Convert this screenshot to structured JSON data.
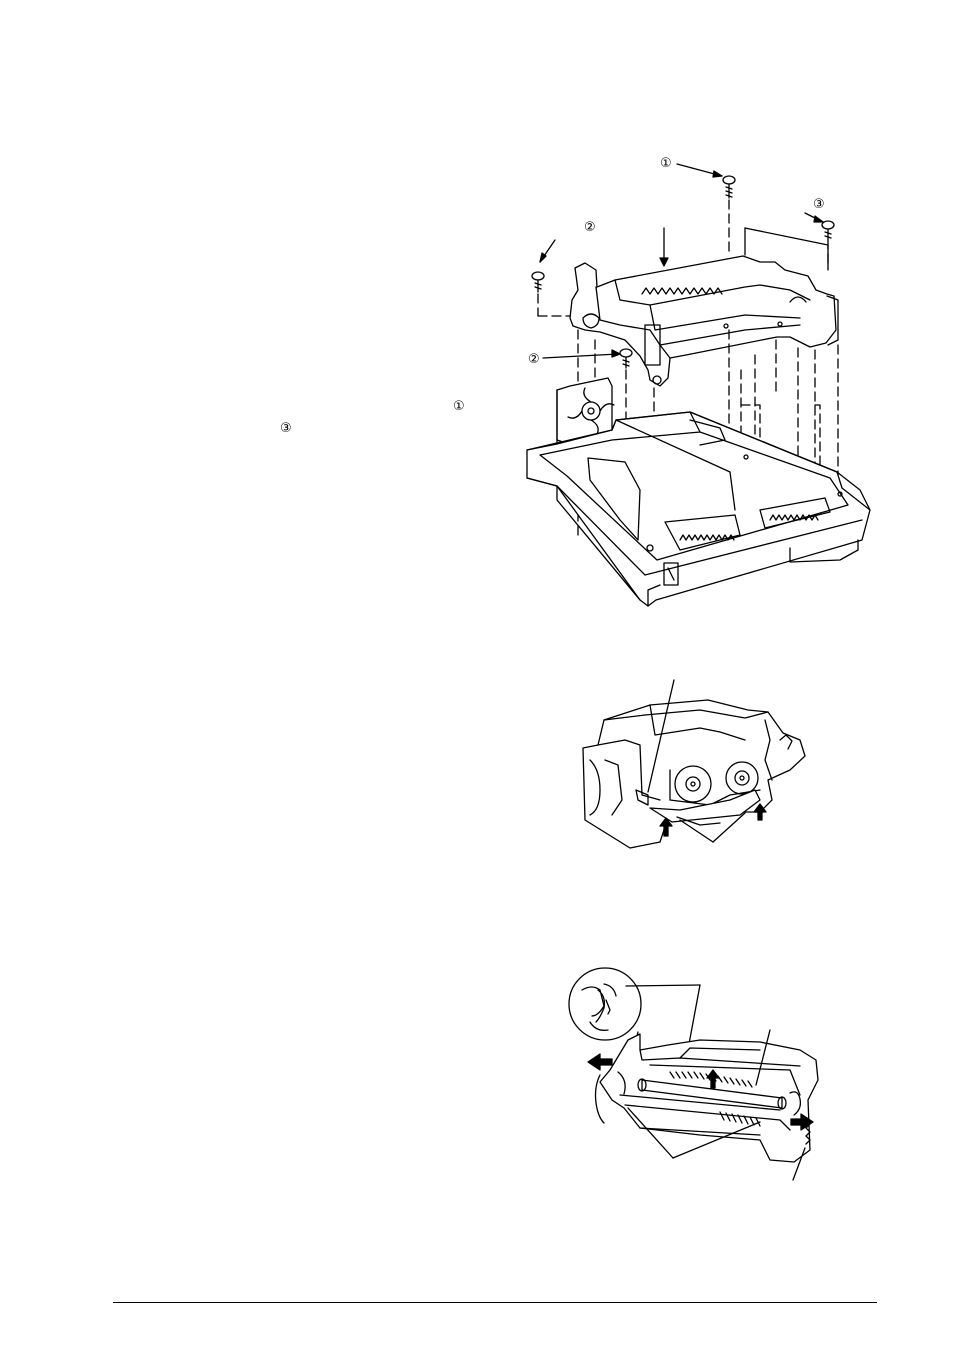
{
  "figure1": {
    "callouts": {
      "screw_1": "①",
      "screw_2_left": "②",
      "screw_2_mid": "②",
      "screw_3": "③"
    }
  },
  "left_text": {
    "ref_1": "①",
    "ref_3": "③"
  }
}
